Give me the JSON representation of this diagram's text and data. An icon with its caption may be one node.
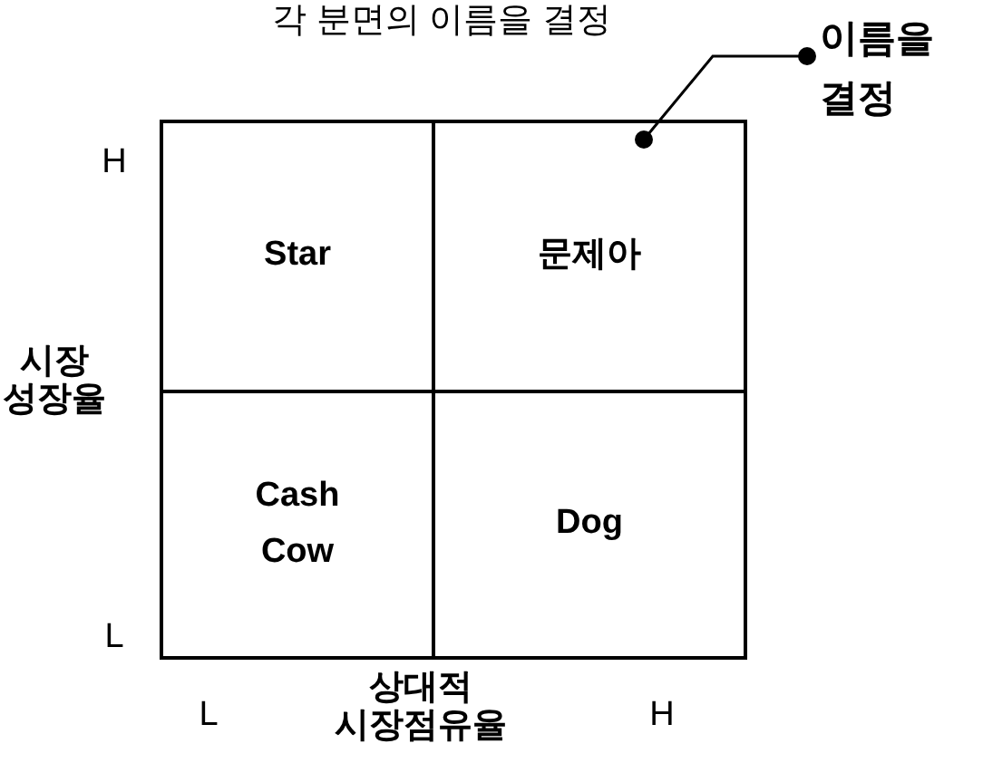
{
  "diagram": {
    "title": "각 분면의 이름을 결정",
    "nodes": [
      {
        "text": [
          "Star"
        ]
      },
      {
        "text": [
          "문제아"
        ]
      },
      {
        "text": [
          "Cash Cow"
        ]
      },
      {
        "text": [
          "Dog"
        ]
      },
      {
        "text": [
          "이름을 결정"
        ]
      }
    ],
    "edges": [
      {
        "from": 4,
        "to": 1,
        "arrow": "other"
      }
    ],
    "labels": [
      "H",
      "시장 성장율",
      "L",
      "L",
      "상대적 시장점유율",
      "H"
    ]
  }
}
